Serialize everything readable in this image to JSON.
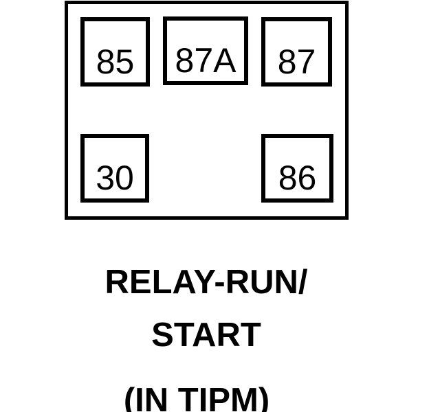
{
  "diagram": {
    "type": "relay-pinout",
    "background_color": "#ffffff",
    "line_color": "#000000",
    "pins": [
      {
        "label": "85",
        "position": "top-left"
      },
      {
        "label": "87A",
        "position": "top-center"
      },
      {
        "label": "87",
        "position": "top-right"
      },
      {
        "label": "30",
        "position": "bottom-left"
      },
      {
        "label": "86",
        "position": "bottom-right"
      }
    ],
    "caption": {
      "lines": [
        "RELAY-RUN/",
        "START",
        "(IN TIPM)"
      ]
    }
  }
}
